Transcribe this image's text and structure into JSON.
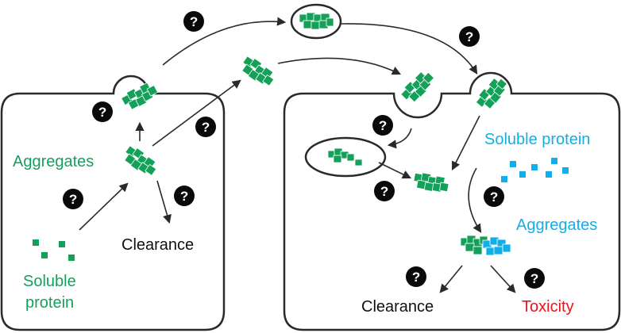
{
  "labels": {
    "left_aggregates": "Aggregates",
    "left_clearance": "Clearance",
    "left_soluble_line1": "Soluble",
    "left_soluble_line2": "protein",
    "right_soluble": "Soluble protein",
    "right_aggregates": "Aggregates",
    "right_clearance": "Clearance",
    "right_toxicity": "Toxicity",
    "question_mark": "?"
  },
  "colors": {
    "green": "#13a15a",
    "blue": "#12aee8",
    "red": "#e8141b",
    "black": "#111111",
    "outline": "#2a2a2a"
  },
  "icons": [
    "question-badge-icon"
  ]
}
